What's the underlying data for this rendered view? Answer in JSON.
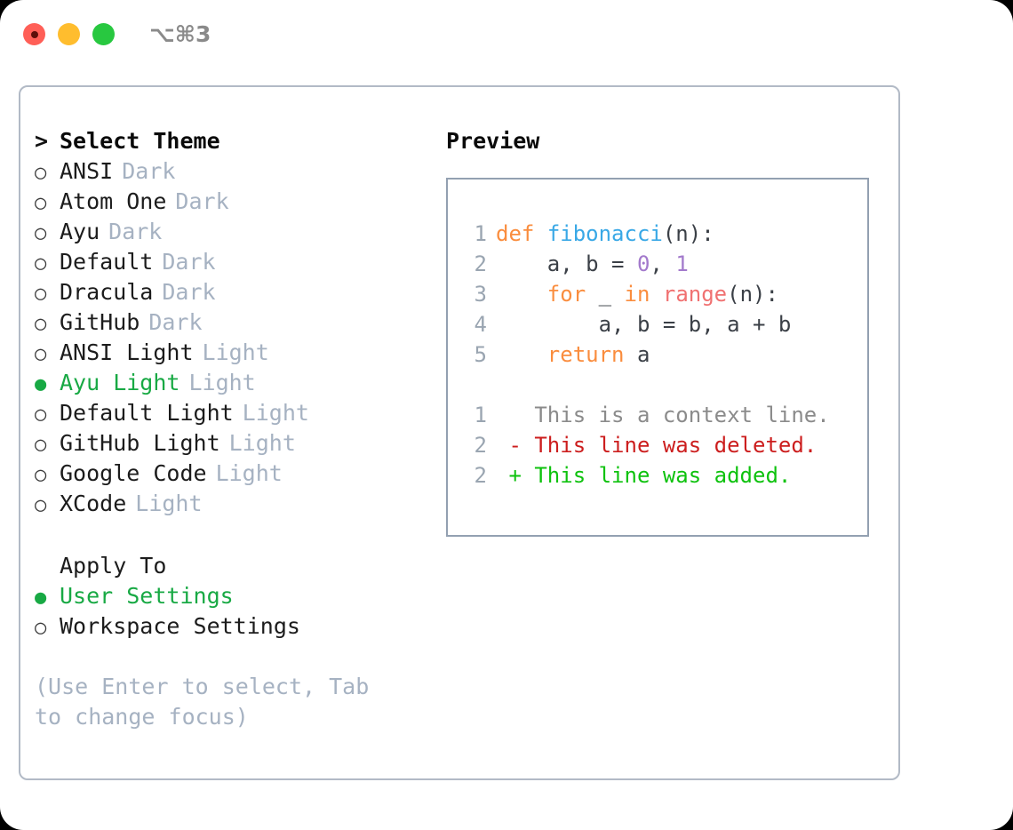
{
  "titlebar": {
    "shortcut": "⌥⌘3",
    "lights": [
      "close-red",
      "minimize-yellow",
      "zoom-green"
    ]
  },
  "left": {
    "header": {
      "marker": ">",
      "label": "Select Theme"
    },
    "themes": [
      {
        "marker": "○",
        "label": "ANSI",
        "badge": "Dark",
        "selected": false
      },
      {
        "marker": "○",
        "label": "Atom One",
        "badge": "Dark",
        "selected": false
      },
      {
        "marker": "○",
        "label": "Ayu",
        "badge": "Dark",
        "selected": false
      },
      {
        "marker": "○",
        "label": "Default",
        "badge": "Dark",
        "selected": false
      },
      {
        "marker": "○",
        "label": "Dracula",
        "badge": "Dark",
        "selected": false
      },
      {
        "marker": "○",
        "label": "GitHub",
        "badge": "Dark",
        "selected": false
      },
      {
        "marker": "○",
        "label": "ANSI Light",
        "badge": "Light",
        "selected": false
      },
      {
        "marker": "●",
        "label": "Ayu Light",
        "badge": "Light",
        "selected": true
      },
      {
        "marker": "○",
        "label": "Default Light",
        "badge": "Light",
        "selected": false
      },
      {
        "marker": "○",
        "label": "GitHub Light",
        "badge": "Light",
        "selected": false
      },
      {
        "marker": "○",
        "label": "Google Code",
        "badge": "Light",
        "selected": false
      },
      {
        "marker": "○",
        "label": "XCode",
        "badge": "Light",
        "selected": false
      }
    ],
    "apply_to": {
      "header": "Apply To",
      "options": [
        {
          "marker": "●",
          "label": "User Settings",
          "selected": true
        },
        {
          "marker": "○",
          "label": "Workspace Settings",
          "selected": false
        }
      ]
    },
    "hint": "(Use Enter to select, Tab to change focus)"
  },
  "right": {
    "title": "Preview",
    "code": [
      {
        "num": "1",
        "tokens": [
          {
            "t": "def",
            "c": "kw"
          },
          {
            "t": " ",
            "c": "pln"
          },
          {
            "t": "fibonacci",
            "c": "fn"
          },
          {
            "t": "(n):",
            "c": "pln"
          }
        ]
      },
      {
        "num": "2",
        "tokens": [
          {
            "t": "    a, b = ",
            "c": "pln"
          },
          {
            "t": "0",
            "c": "num"
          },
          {
            "t": ", ",
            "c": "pln"
          },
          {
            "t": "1",
            "c": "num"
          }
        ]
      },
      {
        "num": "3",
        "tokens": [
          {
            "t": "    ",
            "c": "pln"
          },
          {
            "t": "for",
            "c": "kw"
          },
          {
            "t": " _ ",
            "c": "pln"
          },
          {
            "t": "in",
            "c": "kw"
          },
          {
            "t": " ",
            "c": "pln"
          },
          {
            "t": "range",
            "c": "bi"
          },
          {
            "t": "(n):",
            "c": "pln"
          }
        ]
      },
      {
        "num": "4",
        "tokens": [
          {
            "t": "        a, b = b, a + b",
            "c": "pln"
          }
        ]
      },
      {
        "num": "5",
        "tokens": [
          {
            "t": "    ",
            "c": "pln"
          },
          {
            "t": "return",
            "c": "kw"
          },
          {
            "t": " a",
            "c": "pln"
          }
        ]
      }
    ],
    "diff": [
      {
        "num": "1",
        "sign": " ",
        "text": " This is a context line.",
        "kind": "ctx"
      },
      {
        "num": "2",
        "sign": "-",
        "text": " This line was deleted.",
        "kind": "del"
      },
      {
        "num": "2",
        "sign": "+",
        "text": " This line was added.",
        "kind": "add"
      }
    ]
  },
  "colors": {
    "accent_green": "#18a944",
    "badge_gray": "#a6b2c2",
    "border": "#b2bac6",
    "preview_border": "#93a0b1",
    "keyword": "#fa8d3e",
    "function": "#39a8e6",
    "number": "#a37acc",
    "builtin": "#f07171",
    "diff_add": "#0ec20e",
    "diff_del": "#cc1e1e",
    "light_red": "#ff5f57",
    "light_yellow": "#ffbd2e",
    "light_green": "#28c840"
  }
}
